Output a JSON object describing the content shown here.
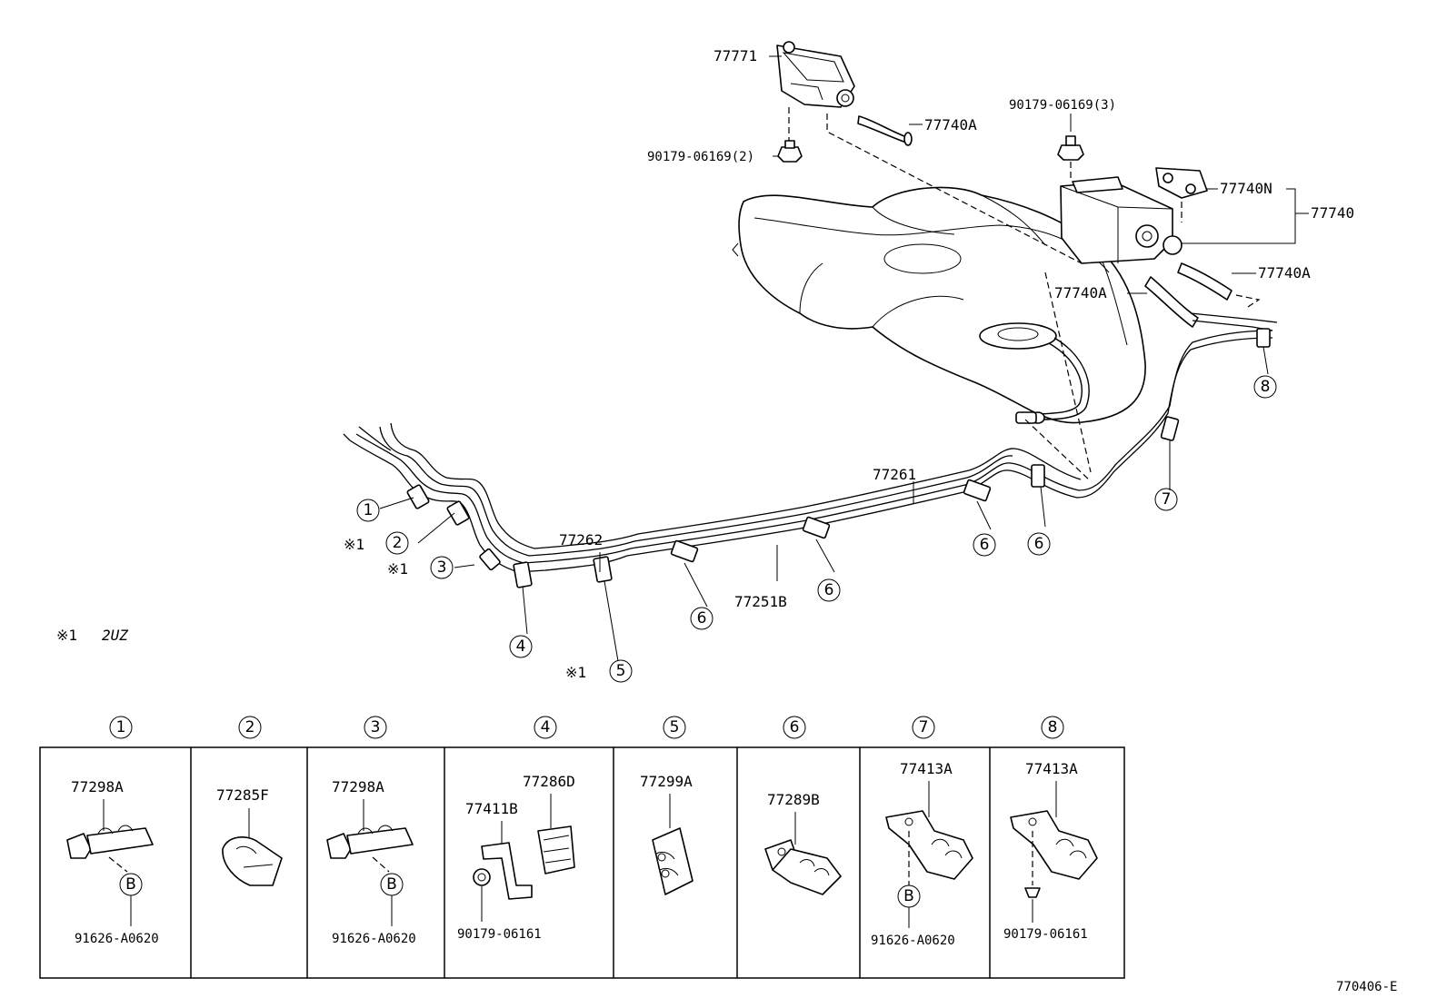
{
  "note": {
    "mark": "※1",
    "text": "2UZ"
  },
  "footer_code": "770406-E",
  "circle_B": "B",
  "mark": "※1",
  "callouts": {
    "c1": "1",
    "c2": "2",
    "c3": "3",
    "c4": "4",
    "c5": "5",
    "c6": "6",
    "c7": "7",
    "c8": "8"
  },
  "main_labels": {
    "p77771": "77771",
    "p77740A_top": "77740A",
    "p90179_2": "90179-06169(2)",
    "p90179_3": "90179-06169(3)",
    "p77740N": "77740N",
    "p77740": "77740",
    "p77740A_right": "77740A",
    "p77740A_mid": "77740A",
    "p77261": "77261",
    "p77262": "77262",
    "p77251B": "77251B"
  },
  "detail_panels": [
    {
      "index": "1",
      "parts": [
        "77298A",
        "91626-A0620"
      ]
    },
    {
      "index": "2",
      "parts": [
        "77285F"
      ]
    },
    {
      "index": "3",
      "parts": [
        "77298A",
        "91626-A0620"
      ]
    },
    {
      "index": "4",
      "parts": [
        "77286D",
        "77411B",
        "90179-06161"
      ]
    },
    {
      "index": "5",
      "parts": [
        "77299A"
      ]
    },
    {
      "index": "6",
      "parts": [
        "77289B"
      ]
    },
    {
      "index": "7",
      "parts": [
        "77413A",
        "91626-A0620"
      ]
    },
    {
      "index": "8",
      "parts": [
        "77413A",
        "90179-06161"
      ]
    }
  ]
}
